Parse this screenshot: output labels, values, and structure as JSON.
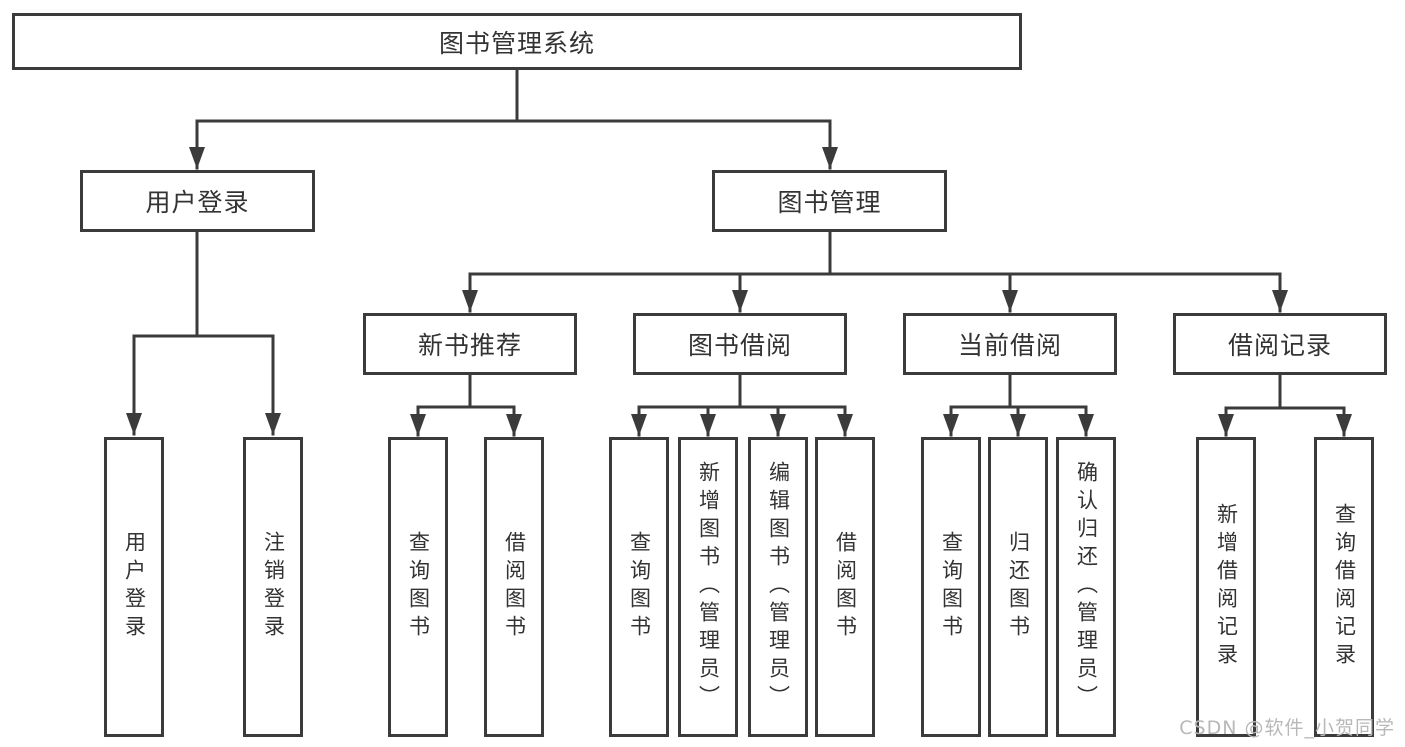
{
  "tree": {
    "label": "图书管理系统",
    "children": [
      {
        "label": "用户登录",
        "children": [
          {
            "label": "用户登录"
          },
          {
            "label": "注销登录"
          }
        ]
      },
      {
        "label": "图书管理",
        "children": [
          {
            "label": "新书推荐",
            "children": [
              {
                "label": "查询图书"
              },
              {
                "label": "借阅图书"
              }
            ]
          },
          {
            "label": "图书借阅",
            "children": [
              {
                "label": "查询图书"
              },
              {
                "label": "新增图书（管理员）"
              },
              {
                "label": "编辑图书（管理员）"
              },
              {
                "label": "借阅图书"
              }
            ]
          },
          {
            "label": "当前借阅",
            "children": [
              {
                "label": "查询图书"
              },
              {
                "label": "归还图书"
              },
              {
                "label": "确认归还（管理员）"
              }
            ]
          },
          {
            "label": "借阅记录",
            "children": [
              {
                "label": "新增借阅记录"
              },
              {
                "label": "查询借阅记录"
              }
            ]
          }
        ]
      }
    ]
  },
  "watermark": {
    "text": "CSDN @软件_小贺同学",
    "color": "#b8b8b8"
  },
  "colors": {
    "line": "#3b3b3b",
    "box_border": "#3b3b3b",
    "text": "#333333",
    "background": "#ffffff",
    "watermark": "#b8b8b8"
  }
}
